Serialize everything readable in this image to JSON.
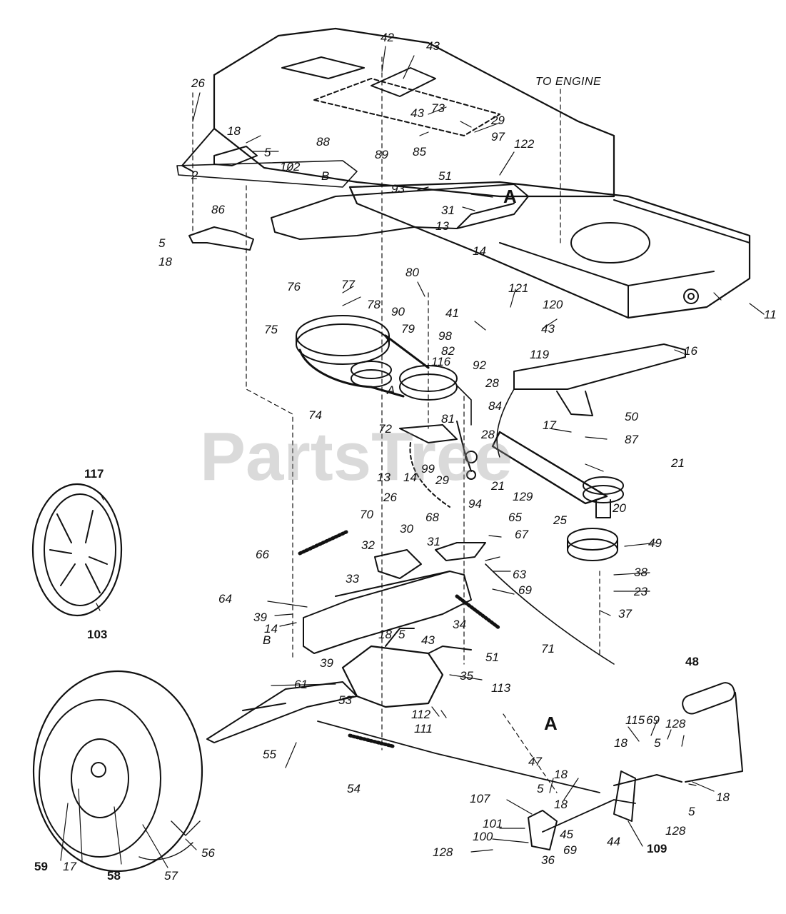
{
  "watermark": "PartsTree",
  "note": "TO ENGINE",
  "labels": {
    "l26a": "26",
    "l42": "42",
    "l43a": "43",
    "l73": "73",
    "l43b": "43",
    "l29a": "29",
    "l97": "97",
    "l18a": "18",
    "l5a": "5",
    "l88": "88",
    "l89": "89",
    "l85": "85",
    "l122": "122",
    "l102": "102",
    "lBa": "B",
    "l2": "2",
    "l51a": "51",
    "l93": "93",
    "lAa": "A",
    "l31a": "31",
    "l86": "86",
    "l13a": "13",
    "l5b": "5",
    "l18b": "18",
    "l14a": "14",
    "l80": "80",
    "l76": "76",
    "l77": "77",
    "l121": "121",
    "l120": "120",
    "l11": "11",
    "l90": "90",
    "l78": "78",
    "l41": "41",
    "l43c": "43",
    "l75": "75",
    "l79": "79",
    "l98": "98",
    "l119": "119",
    "l16": "16",
    "l82": "82",
    "l116": "116",
    "l92": "92",
    "lAb": "A",
    "l74": "74",
    "l28a": "28",
    "l84": "84",
    "l72": "72",
    "l81": "81",
    "l17a": "17",
    "l50": "50",
    "l87": "87",
    "l28b": "28",
    "l99": "99",
    "l21a": "21",
    "l21b": "21",
    "l13b": "13",
    "l14b": "14",
    "l29b": "29",
    "l129": "129",
    "l20": "20",
    "l117": "117",
    "l94": "94",
    "l25": "25",
    "l26b": "26",
    "l70": "70",
    "l68": "68",
    "l65": "65",
    "l30": "30",
    "l49": "49",
    "l66": "66",
    "l67": "67",
    "l32": "32",
    "l31b": "31",
    "l38": "38",
    "l63": "63",
    "l33": "33",
    "l23": "23",
    "l69a": "69",
    "l64": "64",
    "l39a": "39",
    "l14c": "14",
    "l34": "34",
    "l103": "103",
    "l18c": "18",
    "l5c": "5",
    "l43d": "43",
    "l37": "37",
    "l71": "71",
    "lBb": "B",
    "l39b": "39",
    "l51b": "51",
    "l35": "35",
    "l48": "48",
    "l61": "61",
    "l113": "113",
    "l53": "53",
    "l112": "112",
    "l111": "111",
    "lAc": "A",
    "l115": "115",
    "l69b": "69",
    "l18d": "18",
    "l5d": "5",
    "l128a": "128",
    "l55": "55",
    "l47": "47",
    "l18e": "18",
    "l18f": "18",
    "l54": "54",
    "l107": "107",
    "l5e": "5",
    "l18g": "18",
    "l101": "101",
    "l100": "100",
    "l128b": "128",
    "l5f": "5",
    "l128c": "128",
    "l44": "44",
    "l109": "109",
    "l45": "45",
    "l69c": "69",
    "l36": "36",
    "l59": "59",
    "l17b": "17",
    "l58": "58",
    "l57": "57",
    "l56": "56"
  }
}
